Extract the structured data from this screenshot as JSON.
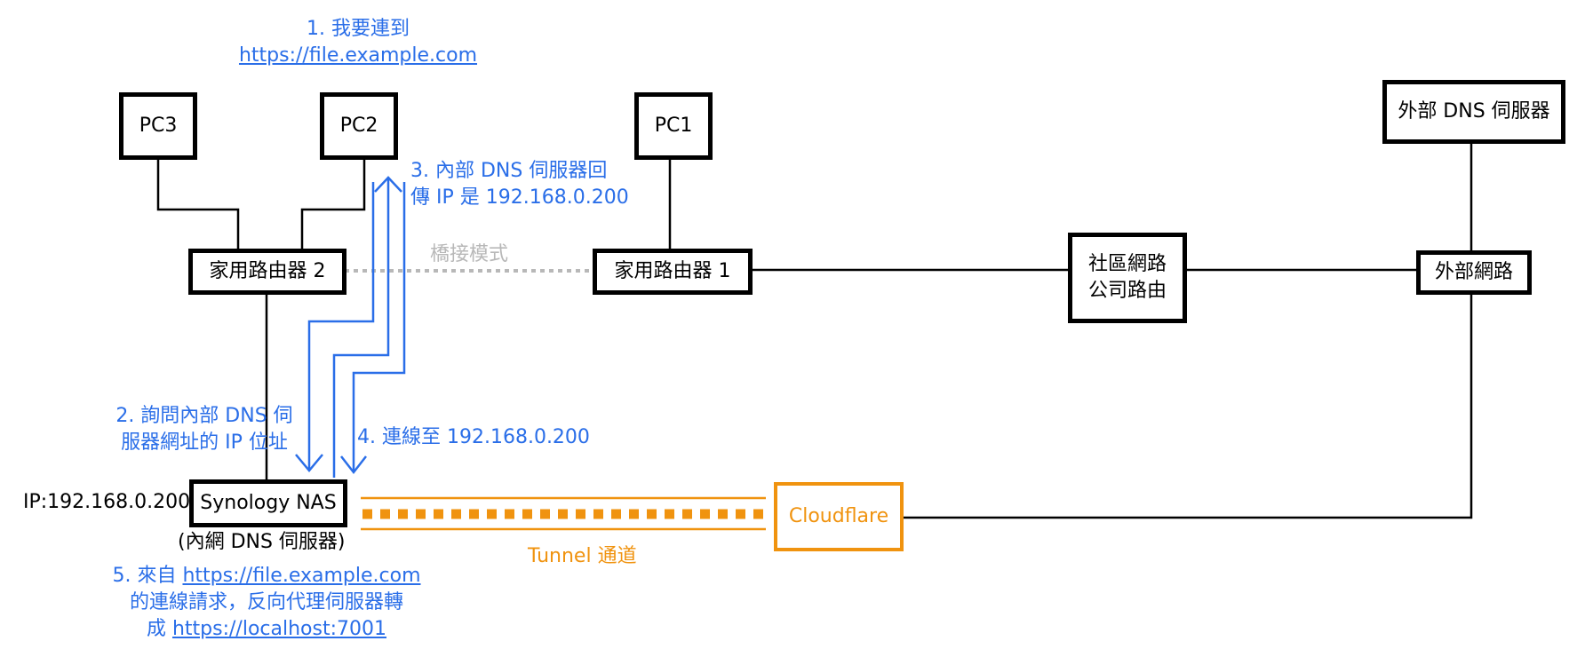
{
  "nodes": {
    "pc3": "PC3",
    "pc2": "PC2",
    "pc1": "PC1",
    "external_dns": "外部 DNS 伺服器",
    "router2": "家用路由器 2",
    "router1": "家用路由器 1",
    "community_router_line1": "社區網路",
    "community_router_line2": "公司路由",
    "external_network": "外部網路",
    "nas": "Synology NAS",
    "cloudflare": "Cloudflare"
  },
  "labels": {
    "bridge_mode": "橋接模式",
    "nas_ip": "IP:192.168.0.200",
    "nas_role": "(內網 DNS 伺服器)",
    "tunnel": "Tunnel 通道"
  },
  "steps": {
    "step1_line1": "1. 我要連到",
    "step1_link": "https://file.example.com",
    "step2_line1": "2. 詢問內部 DNS 伺",
    "step2_line2": "服器網址的 IP 位址",
    "step3_line1": "3. 內部 DNS 伺服器回",
    "step3_line2": "傳 IP 是 192.168.0.200",
    "step4": "4. 連線至 192.168.0.200",
    "step5_prefix": "5. 來自 ",
    "step5_link1": "https://file.example.com",
    "step5_line2": "的連線請求，反向代理伺服器轉",
    "step5_prefix3": "成 ",
    "step5_link2": "https://localhost:7001"
  },
  "colors": {
    "step_text": "#2a6ee8",
    "tunnel": "#f0930f",
    "bridge": "#b8b8b8",
    "line": "#000000"
  }
}
